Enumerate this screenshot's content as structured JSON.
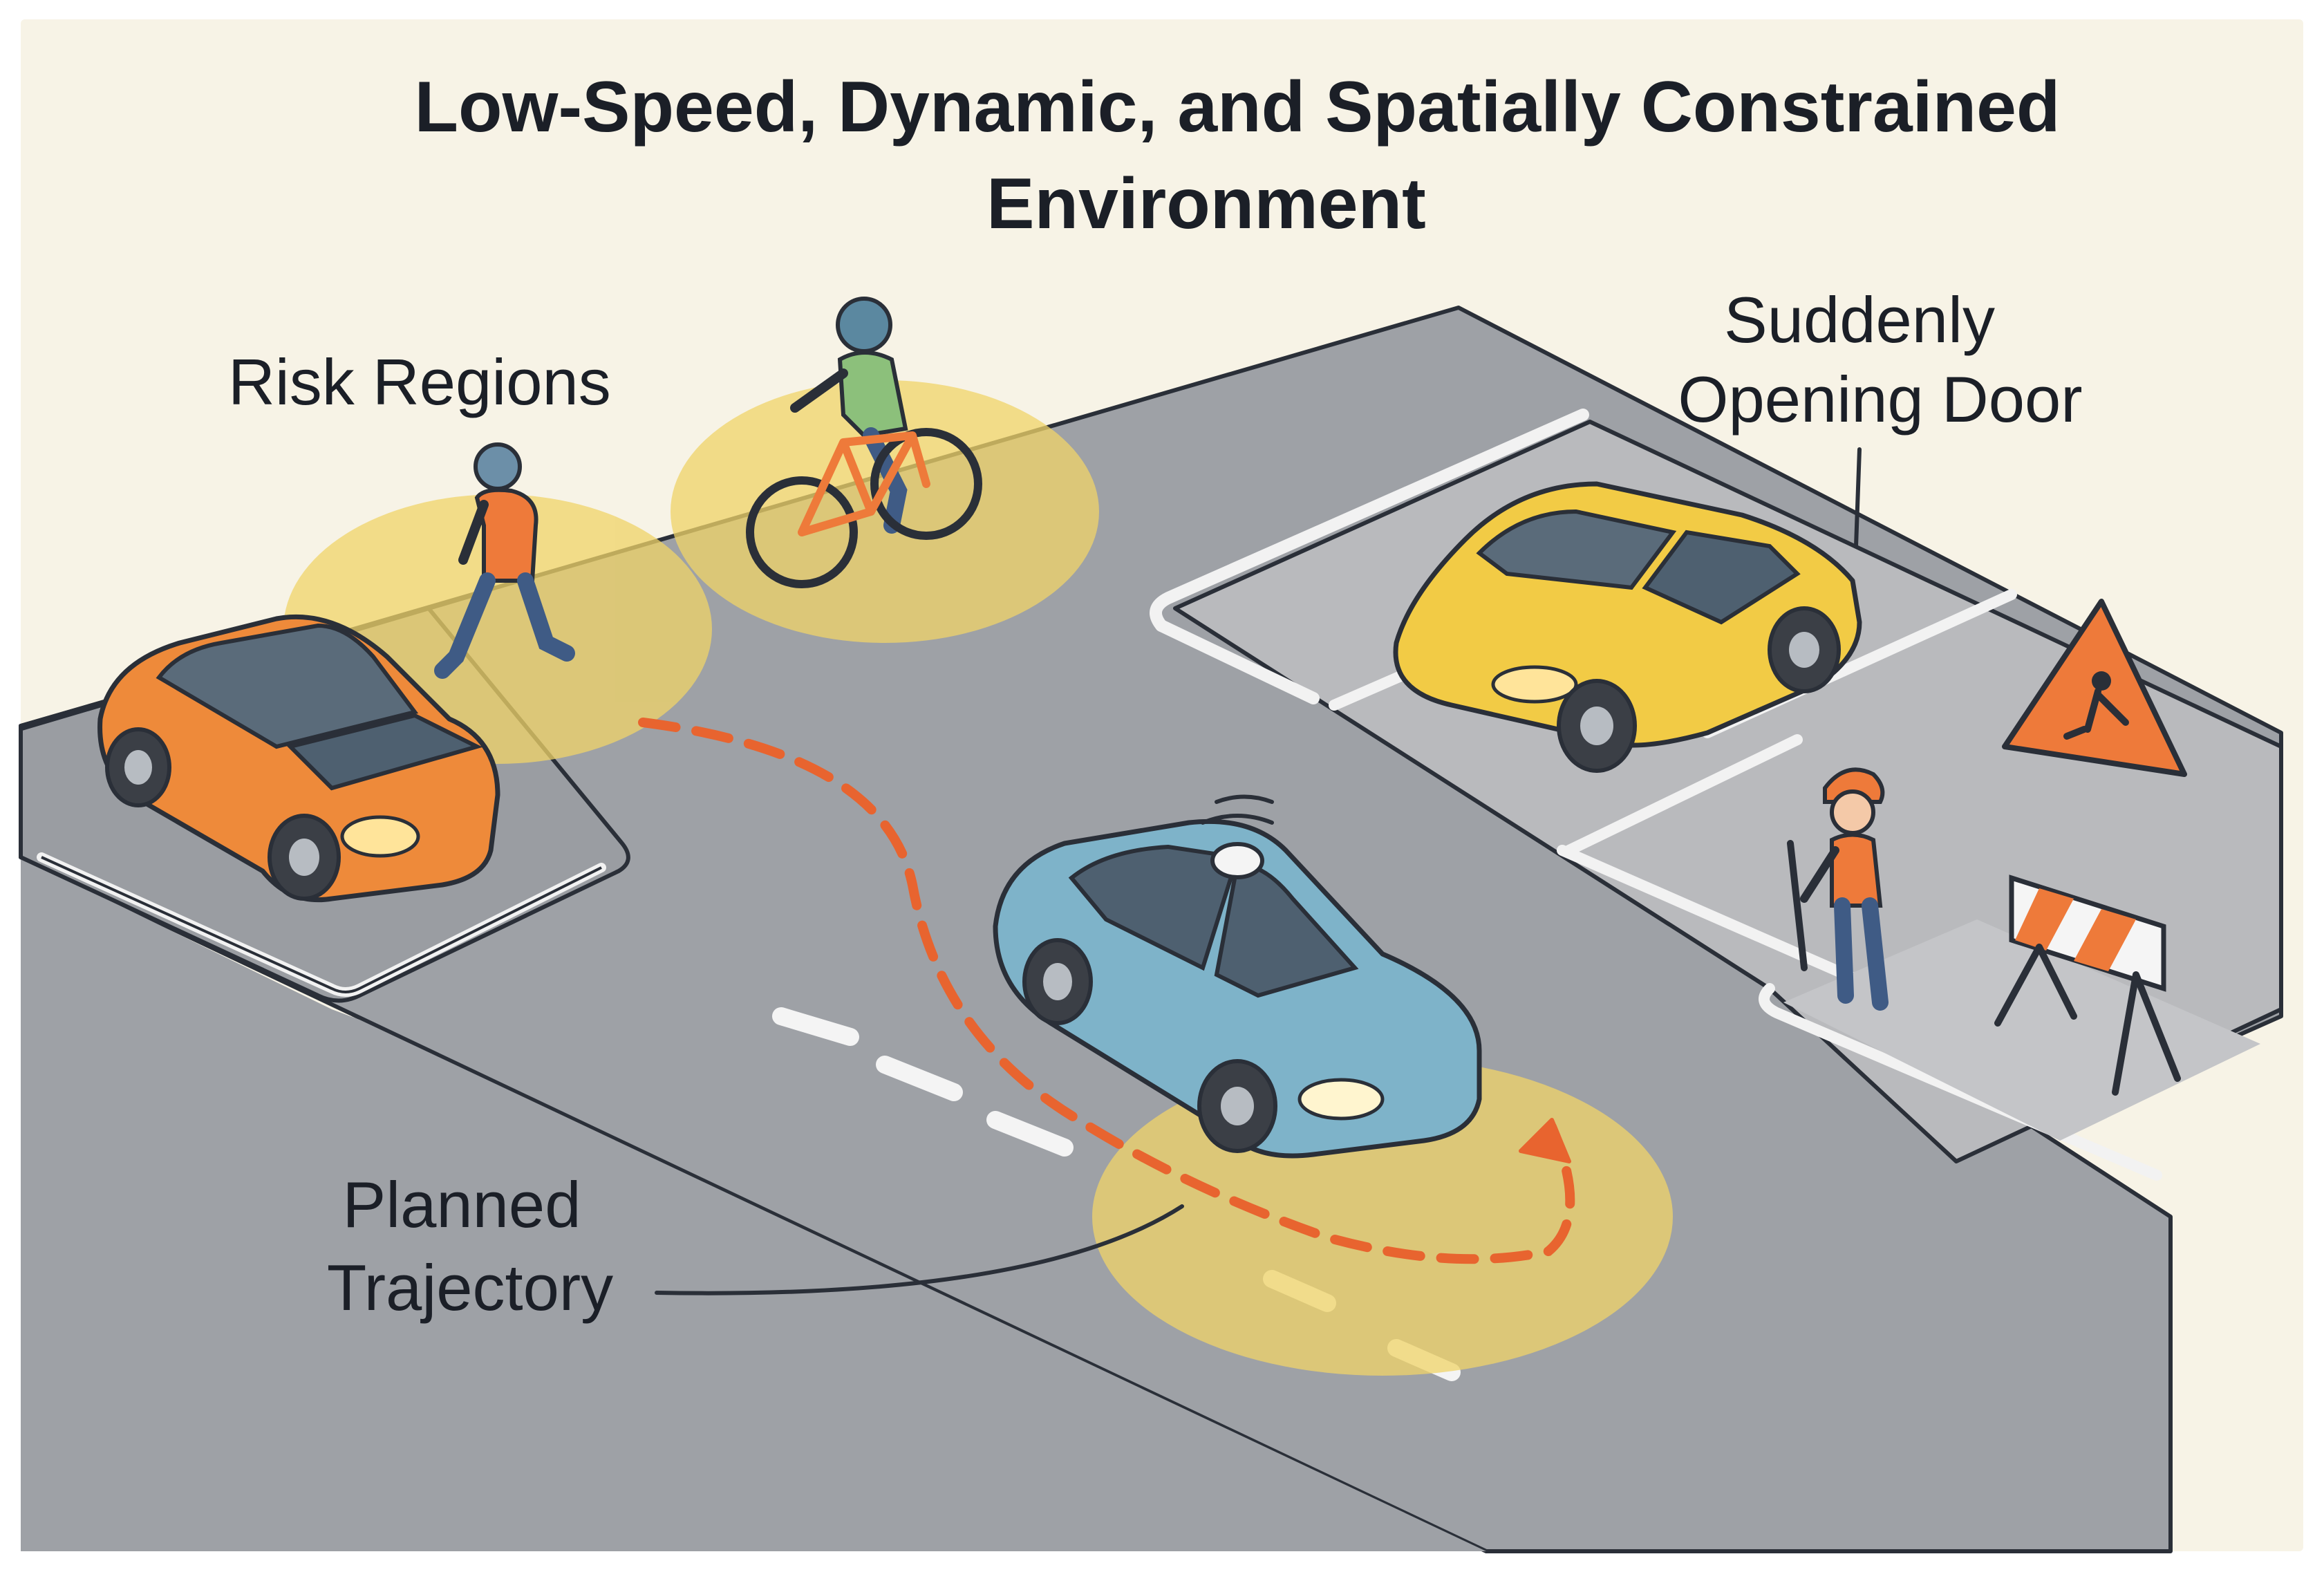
{
  "title": {
    "line1": "Low-Speed, Dynamic, and Spatially Constrained",
    "line2": "Environment"
  },
  "labels": {
    "risk_regions": "Risk Regions",
    "door_line1": "Suddenly",
    "door_line2": "Opening Door",
    "trajectory_line1": "Planned",
    "trajectory_line2": "Trajectory"
  },
  "colors": {
    "background": "#f7f3e6",
    "road": "#9ea1a6",
    "road_dark": "#8d9096",
    "parking_lot": "#c9cacc",
    "risk_region": "#f0d468",
    "trajectory": "#e8642f",
    "ego_car": "#7eb3c9",
    "parked_car_left": "#ee8a3a",
    "parked_car_right": "#f2cb45",
    "outline": "#2a2f38"
  },
  "icons": {
    "ego_vehicle": "autonomous-car-icon",
    "sensor": "lidar-sensor-icon",
    "pedestrian": "pedestrian-icon",
    "cyclist": "cyclist-icon",
    "worker": "construction-worker-icon",
    "warning_sign": "road-work-warning-sign-icon",
    "barrier": "road-barrier-icon"
  }
}
